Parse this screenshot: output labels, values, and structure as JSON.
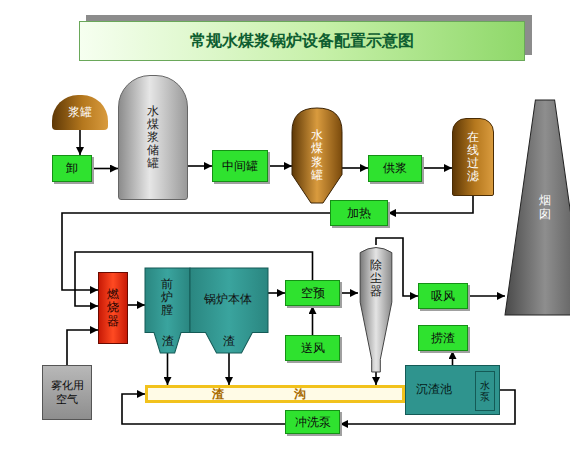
{
  "diagram": {
    "title": "常规水煤浆锅炉设备配置示意图",
    "nodes": [
      {
        "text": [
          "浆罐"
        ]
      },
      {
        "text": [
          "卸"
        ]
      },
      {
        "text": [
          "水煤浆储罐"
        ]
      },
      {
        "text": [
          "中间罐"
        ]
      },
      {
        "text": [
          "水煤浆罐"
        ]
      },
      {
        "text": [
          "供浆"
        ]
      },
      {
        "text": [
          "在线过滤"
        ]
      },
      {
        "text": [
          "烟囱"
        ]
      },
      {
        "text": [
          "加热"
        ]
      },
      {
        "text": [
          "燃烧器"
        ]
      },
      {
        "text": [
          "前炉膛",
          "渣"
        ]
      },
      {
        "text": [
          "锅炉本体",
          "渣"
        ]
      },
      {
        "text": [
          "空预"
        ]
      },
      {
        "text": [
          "送风"
        ]
      },
      {
        "text": [
          "除尘器"
        ]
      },
      {
        "text": [
          "吸风"
        ]
      },
      {
        "text": [
          "捞渣"
        ]
      },
      {
        "text": [
          "雾化用空气"
        ]
      },
      {
        "text": [
          "渣",
          "沟"
        ]
      },
      {
        "text": [
          "沉渣池"
        ]
      },
      {
        "text": [
          "水泵"
        ],
        "in": 19
      },
      {
        "text": [
          "冲洗泵"
        ]
      }
    ],
    "edges": [
      {
        "from": 0,
        "to": 1,
        "arrow": "to"
      },
      {
        "from": 1,
        "to": 2,
        "arrow": "to"
      },
      {
        "from": 2,
        "to": 3,
        "arrow": "to"
      },
      {
        "from": 3,
        "to": 4,
        "arrow": "to"
      },
      {
        "from": 4,
        "to": 5,
        "arrow": "to"
      },
      {
        "from": 5,
        "to": 6,
        "arrow": "to"
      },
      {
        "from": 6,
        "to": 8,
        "arrow": "to"
      },
      {
        "from": 8,
        "to": 9,
        "arrow": "to"
      },
      {
        "from": 12,
        "to": 9,
        "arrow": "to"
      },
      {
        "from": 17,
        "to": 9,
        "arrow": "to"
      },
      {
        "from": 9,
        "to": 10,
        "arrow": "to"
      },
      {
        "from": 11,
        "to": 12,
        "arrow": "to"
      },
      {
        "from": 13,
        "to": 12,
        "arrow": "to"
      },
      {
        "from": 12,
        "to": 14,
        "arrow": "to"
      },
      {
        "from": 14,
        "to": 15,
        "arrow": "to"
      },
      {
        "from": 15,
        "to": 7,
        "arrow": "to"
      },
      {
        "from": 10,
        "to": 18,
        "arrow": "to"
      },
      {
        "from": 11,
        "to": 18,
        "arrow": "to"
      },
      {
        "from": 14,
        "to": 18,
        "arrow": "to"
      },
      {
        "from": 18,
        "to": 19,
        "arrow": "to"
      },
      {
        "from": 19,
        "to": 16,
        "arrow": "to"
      },
      {
        "from": 20,
        "to": 21,
        "arrow": "to"
      },
      {
        "from": 21,
        "to": 18,
        "arrow": "to"
      }
    ]
  }
}
